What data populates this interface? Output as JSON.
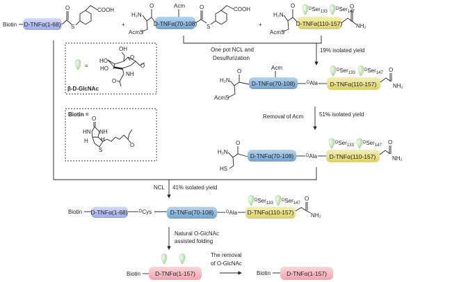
{
  "colors": {
    "frag_1_68": "#aeb8ee",
    "frag_70_108": "#86b4da",
    "frag_110_157": "#e9e08a",
    "full": "#f6b8c0",
    "glcnac": "#b9dba8"
  },
  "labels": {
    "biotin": "Biotin",
    "frag1": "D-TNFα(1-68)",
    "frag2": "D-TNFα(70-108)",
    "frag3": "D-TNFα(110-157)",
    "full": "D-TNFα(1-157)",
    "acm": "Acm",
    "acms": "AcmS",
    "hs": "HS",
    "h2n": "H₂N",
    "nh2": "NH₂",
    "o": "O",
    "s": "S",
    "cooh": "COOH",
    "plus": "+"
  },
  "residues": {
    "ser133": {
      "prefix": "D",
      "name": "Ser",
      "num": "133"
    },
    "ser147": {
      "prefix": "D",
      "name": "Ser",
      "num": "147"
    },
    "ala": {
      "prefix": "D",
      "name": "Ala"
    },
    "cys": {
      "prefix": "D",
      "name": "Cys"
    }
  },
  "steps": {
    "step1_line1": "One pot NCL and",
    "step1_line2": "Desulfurization",
    "step1_yield": "19% isolated yield",
    "step2": "Removal of Acm",
    "step2_yield": "51% isolated yield",
    "step3": "NCL",
    "step3_yield": "41% isolated yield",
    "step4_line1": "Natural O-GlcNAc",
    "step4_line2": "assisted folding",
    "step5_line1": "The removal",
    "step5_line2": "of O-GlcNAc"
  },
  "legend": {
    "equals": "=",
    "glcnac_name": "β-D-GlcNAc",
    "glcnac_atoms": {
      "oh": "OH",
      "ho1": "HO",
      "ho2": "HO",
      "ring_o": "O",
      "o_me": "O",
      "nh": "NH",
      "o_ac": "O"
    },
    "biotin_title": "Biotin =",
    "biotin_atoms": {
      "o": "O",
      "hn": "HN",
      "nh": "NH",
      "h1": "H",
      "h2": "H",
      "s": "S",
      "o2": "O"
    }
  }
}
